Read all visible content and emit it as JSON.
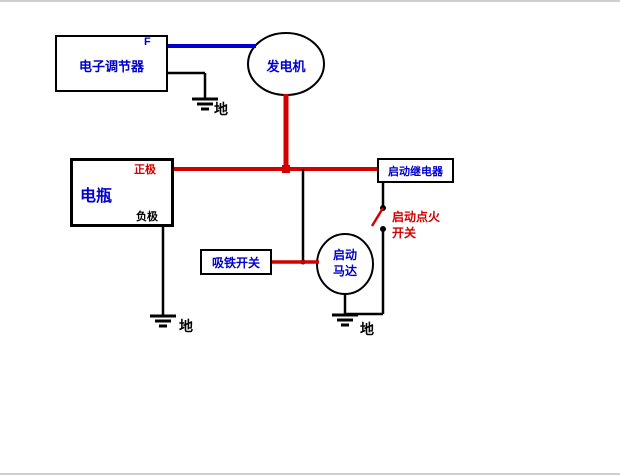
{
  "colors": {
    "wire_blue": "#0000cc",
    "wire_red": "#d40000",
    "wire_black": "#000000",
    "label_blue": "#0000cc",
    "label_red": "#d40000",
    "background": "#ffffff"
  },
  "labels": {
    "regulator": "电子调节器",
    "f_terminal": "F",
    "generator": "发电机",
    "battery": "电瓶",
    "positive": "正极",
    "negative": "负极",
    "relay": "启动继电器",
    "ignition_line1": "启动点火",
    "ignition_line2": "开关",
    "solenoid": "吸铁开关",
    "motor_line1": "启动",
    "motor_line2": "马达",
    "ground": "地"
  }
}
